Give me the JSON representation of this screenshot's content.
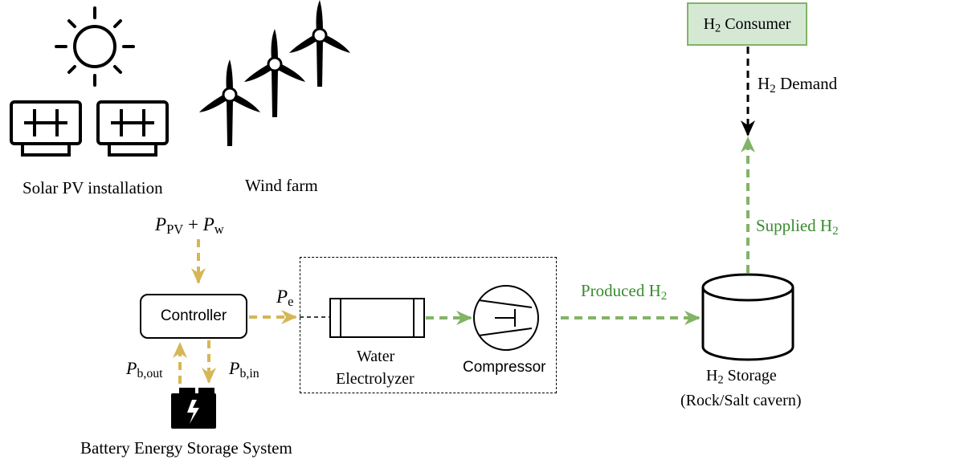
{
  "sources": {
    "solar_label": "Solar PV installation",
    "wind_label": "Wind farm"
  },
  "flows": {
    "input_power": {
      "p1": "P",
      "s1": "PV",
      "plus": " + ",
      "p2": "P",
      "s2": "w"
    },
    "electrolyzer_power": {
      "p": "P",
      "s": "e"
    },
    "battery_out": {
      "p": "P",
      "s": "b,out"
    },
    "battery_in": {
      "p": "P",
      "s": "b,in"
    },
    "produced_h2": {
      "text": "Produced H",
      "sub": "2"
    },
    "supplied_h2": {
      "text": "Supplied H",
      "sub": "2"
    },
    "h2_demand": {
      "text": "H",
      "sub": "2",
      "rest": " Demand"
    }
  },
  "components": {
    "controller": "Controller",
    "electrolyzer_line1": "Water",
    "electrolyzer_line2": "Electrolyzer",
    "compressor": "Compressor",
    "storage": {
      "text": "H",
      "sub": "2",
      "rest": " Storage",
      "line2": "(Rock/Salt cavern)"
    },
    "consumer": {
      "text": "H",
      "sub": "2",
      "rest": " Consumer"
    },
    "battery": "Battery Energy Storage System"
  },
  "colors": {
    "power_flow": "#d6b656",
    "hydrogen_flow": "#82b366",
    "consumer_fill": "#d5e8d4",
    "consumer_border": "#82b366",
    "green_text": "#3a8a2f"
  },
  "icons": [
    "sun-icon",
    "solar-panel-icon",
    "wind-turbine-icon",
    "battery-icon",
    "compressor-icon",
    "electrolyzer-icon",
    "storage-cylinder-icon"
  ]
}
